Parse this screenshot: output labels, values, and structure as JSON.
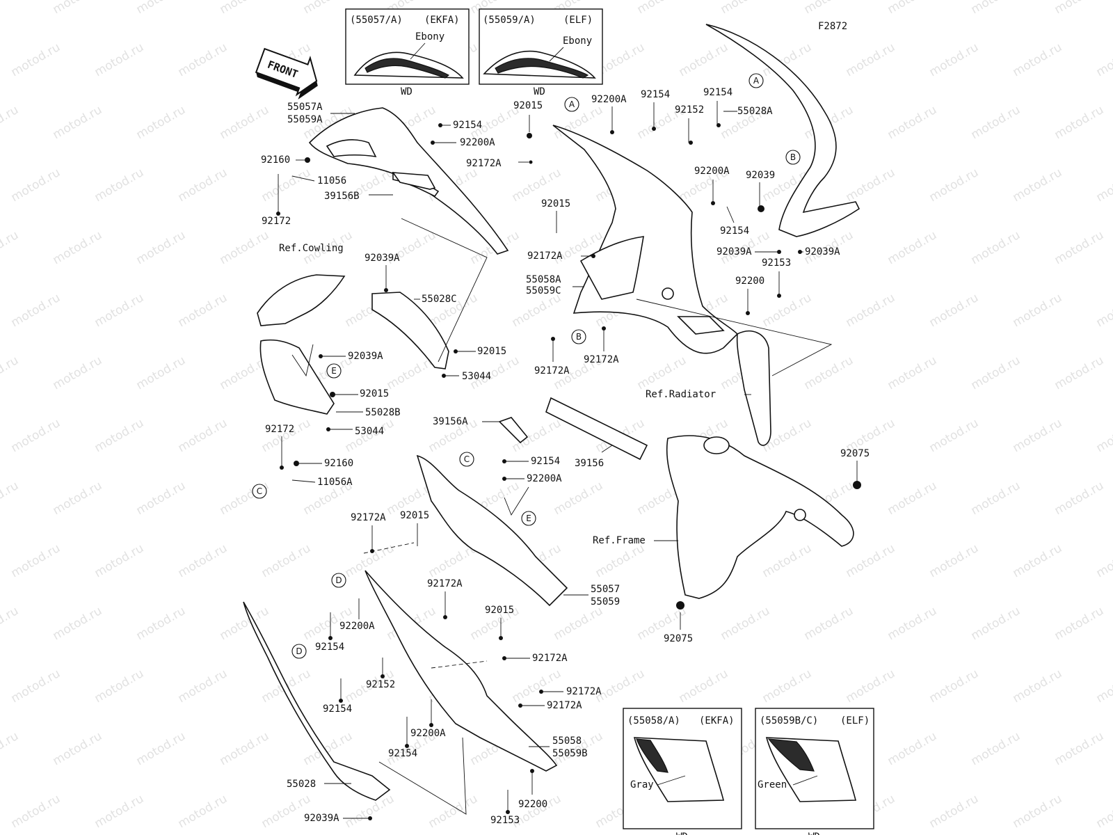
{
  "figure_code": "F2872",
  "watermark": "motod.ru",
  "front_label": "FRONT",
  "labels": {
    "p55057a": "55057A",
    "p55059a": "55059A",
    "p92160": "92160",
    "p11056": "11056",
    "p92172": "92172",
    "p39156b": "39156B",
    "p92154_a": "92154",
    "p92200a_a": "92200A",
    "p92172a_a": "92172A",
    "p92015_a": "92015",
    "p92200a_b": "92200A",
    "p92154_b": "92154",
    "p92152_a": "92152",
    "p92154_c": "92154",
    "p55028a": "55028A",
    "p92039": "92039",
    "p92200a_c": "92200A",
    "p92015_b": "92015",
    "p92154_d": "92154",
    "p92039a_a": "92039A",
    "p92039a_b": "92039A",
    "p92153_a": "92153",
    "p92172a_b": "92172A",
    "p55058a": "55058A",
    "p55059c": "55059C",
    "p92200_a": "92200",
    "p92172a_c": "92172A",
    "p92172a_d": "92172A",
    "ref_cowling": "Ref.Cowling",
    "p92039a_c": "92039A",
    "p55028c": "55028C",
    "p92015_c": "92015",
    "p53044_a": "53044",
    "p92039a_d": "92039A",
    "p92015_d": "92015",
    "p55028b": "55028B",
    "p53044_b": "53044",
    "ref_radiator": "Ref.Radiator",
    "p39156": "39156",
    "p39156a": "39156A",
    "p92172_b": "92172",
    "p92160_b": "92160",
    "p11056a": "11056A",
    "p92154_e": "92154",
    "p92200a_d": "92200A",
    "p92172a_e": "92172A",
    "p92015_e": "92015",
    "p92172a_f": "92172A",
    "p55057": "55057",
    "p55059": "55059",
    "p92200a_e": "92200A",
    "p92154_f": "92154",
    "p92015_f": "92015",
    "p92172a_g": "92172A",
    "p92152_b": "92152",
    "p92154_g": "92154",
    "p92172a_h": "92172A",
    "p92172a_i": "92172A",
    "p92200a_f": "92200A",
    "p92154_h": "92154",
    "p55058": "55058",
    "p55059b": "55059B",
    "p55028": "55028",
    "p92039a_e": "92039A",
    "p92153_b": "92153",
    "p92200_b": "92200",
    "ref_frame": "Ref.Frame",
    "p92075_a": "92075",
    "p92075_b": "92075"
  },
  "callouts": {
    "a1": "A",
    "a2": "A",
    "b1": "B",
    "b2": "B",
    "c1": "C",
    "c2": "C",
    "d1": "D",
    "d2": "D",
    "e1": "E",
    "e2": "E"
  },
  "insets": [
    {
      "code": "(55057/A)",
      "model": "(EKFA)",
      "color": "Ebony",
      "suffix": "WD"
    },
    {
      "code": "(55059/A)",
      "model": "(ELF)",
      "color": "Ebony",
      "suffix": "WD"
    },
    {
      "code": "(55058/A)",
      "model": "(EKFA)",
      "color": "Gray",
      "suffix": "WD"
    },
    {
      "code": "(55059B/C)",
      "model": "(ELF)",
      "color": "Green",
      "suffix": "WD"
    }
  ],
  "colors": {
    "line": "#111111",
    "watermark": "#c9c9c9",
    "background": "#ffffff"
  }
}
